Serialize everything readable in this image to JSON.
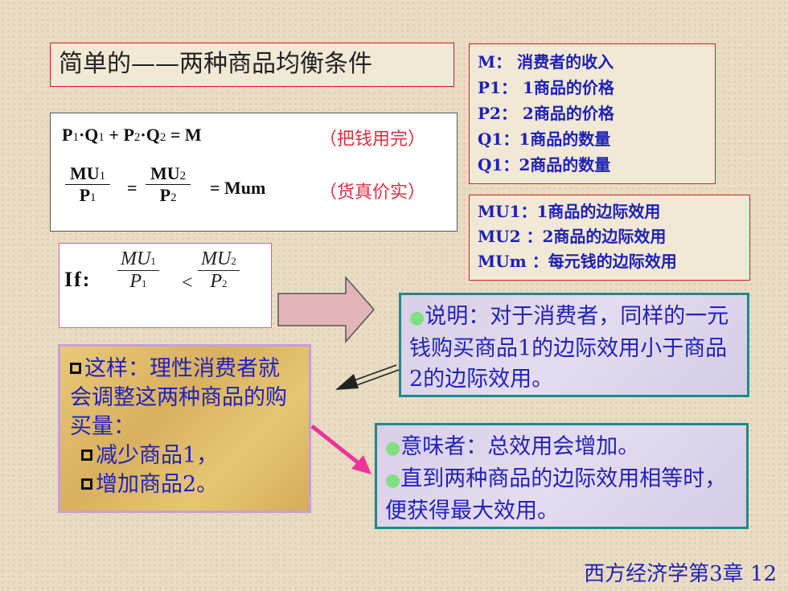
{
  "title": "简单的——两种商品均衡条件",
  "legend_top": [
    "M： 消费者的收入",
    "P1： 1商品的价格",
    "P2： 2商品的价格",
    "Q1：1商品的数量",
    "Q1：2商品的数量"
  ],
  "legend_bottom": [
    "MU1：1商品的边际效用",
    "MU2 ：2商品的边际效用",
    "MUm ：每元钱的边际效用"
  ],
  "formula": {
    "row1_P1": "P",
    "row1_s1": "1",
    "row1_dot1": "·Q",
    "row1_s2": "1",
    "row1_plus": " + P",
    "row1_s3": "2",
    "row1_dot2": "·Q",
    "row1_s4": "2",
    "row1_rhs": "   = M",
    "note1": "（把钱用完）",
    "frac1_num": "MU",
    "frac1_num_sub": "1",
    "frac1_den": "P",
    "frac1_den_sub": "1",
    "eq_sign": "=",
    "frac2_num": "MU",
    "frac2_num_sub": "2",
    "frac2_den": "P",
    "frac2_den_sub": "2",
    "rhs2": "=  Mum",
    "note2": "（货真价实）"
  },
  "if_box": {
    "label": "If:",
    "a_num": "MU",
    "a_num_sub": "1",
    "a_den": "P",
    "a_den_sub": "1",
    "lt": "<",
    "b_num": "MU",
    "b_num_sub": "2",
    "b_den": "P",
    "b_den_sub": "2"
  },
  "explain": "说明：对于消费者，同样的一元钱购买商品1的边际效用小于商品2的边际效用。",
  "adjust": {
    "intro": "这样：理性消费者就会调整这两种商品的购买量：",
    "item1": "减少商品1，",
    "item2": "增加商品2。"
  },
  "result": {
    "line1": "意味者：总效用会增加。",
    "line2": "直到两种商品的边际效用相等时，便获得最大效用。"
  },
  "footer": "西方经济学第3章 12",
  "colors": {
    "red_border": "#d42020",
    "blue_text": "#1d20b8",
    "teal_border": "#1e8a8a",
    "note_red": "#e03040",
    "arrow_pink": "#ee3399"
  }
}
